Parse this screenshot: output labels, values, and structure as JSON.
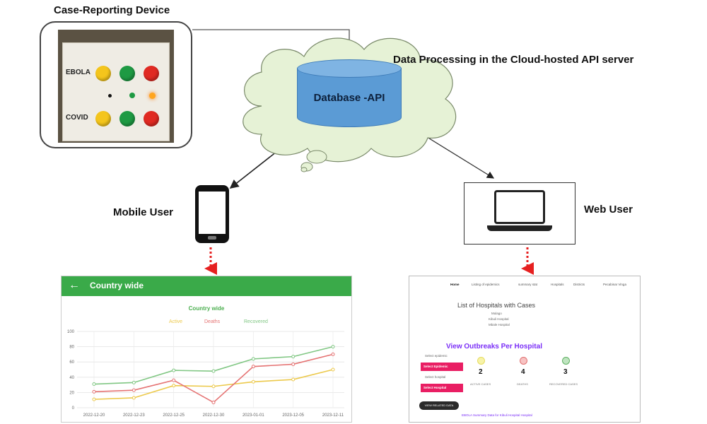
{
  "labels": {
    "device": "Case-Reporting Device",
    "cloud": "Data Processing in the Cloud-hosted API server",
    "database": "Database -API",
    "mobile_user": "Mobile User",
    "web_user": "Web User"
  },
  "device_photo": {
    "row1": "EBOLA",
    "row2": "COVID"
  },
  "mobile_app": {
    "header_title": "Country wide",
    "back_icon": "arrow-left-icon"
  },
  "chart_data": {
    "type": "line",
    "title": "Country wide",
    "categories": [
      "2022-12-20",
      "2022-12-23",
      "2022-12-25",
      "2022-12-30",
      "2023-01-01",
      "2023-12-05",
      "2023-12-11"
    ],
    "series": [
      {
        "name": "Active",
        "color": "#ecc94b",
        "values": [
          11,
          13,
          29,
          28,
          34,
          37,
          50
        ]
      },
      {
        "name": "Deaths",
        "color": "#e57373",
        "values": [
          21,
          23,
          36,
          7,
          54,
          57,
          70
        ]
      },
      {
        "name": "Recovered",
        "color": "#81c784",
        "values": [
          31,
          33,
          49,
          48,
          64,
          67,
          80
        ]
      }
    ],
    "ylim": [
      0,
      100
    ],
    "yticks": [
      0,
      20,
      40,
      60,
      80,
      100
    ],
    "grid": true,
    "legend": "top-center"
  },
  "web_app": {
    "nav": [
      "Home",
      "Listing of epidemics",
      "summary stat",
      "Hospitals",
      "Districts",
      "Pecabinar Vinga"
    ],
    "hospitals_title": "List of Hospitals with Cases",
    "hospitals": [
      "Mulago",
      "Kibuli Hospital",
      "Mbale Hospital"
    ],
    "outbreaks_title": "View Outbreaks Per Hospital",
    "select_epidemic_label": "Select epidemic",
    "select_epidemic_btn": "Select Epidemic",
    "select_hospital_label": "Select hospital",
    "select_hospital_btn": "Select Hospital",
    "stats": [
      {
        "value": "2",
        "caption": "ACTIVE CASES",
        "color": "#f2e96b"
      },
      {
        "value": "4",
        "caption": "DEATHS",
        "color": "#f08080"
      },
      {
        "value": "3",
        "caption": "RECOVERED CASES",
        "color": "#7cc47f"
      }
    ],
    "view_btn": "VIEW RELATED DATA",
    "footer": "EBOLA Summary Data for Kibuli Hospital Hospital"
  },
  "colors": {
    "header_green": "#3aaa49",
    "db_blue": "#5b9bd5",
    "cloud_fill": "#e6f2d6",
    "arrow_red": "#e62020",
    "accent_purple": "#7b2ff7",
    "pink": "#e91e63"
  }
}
